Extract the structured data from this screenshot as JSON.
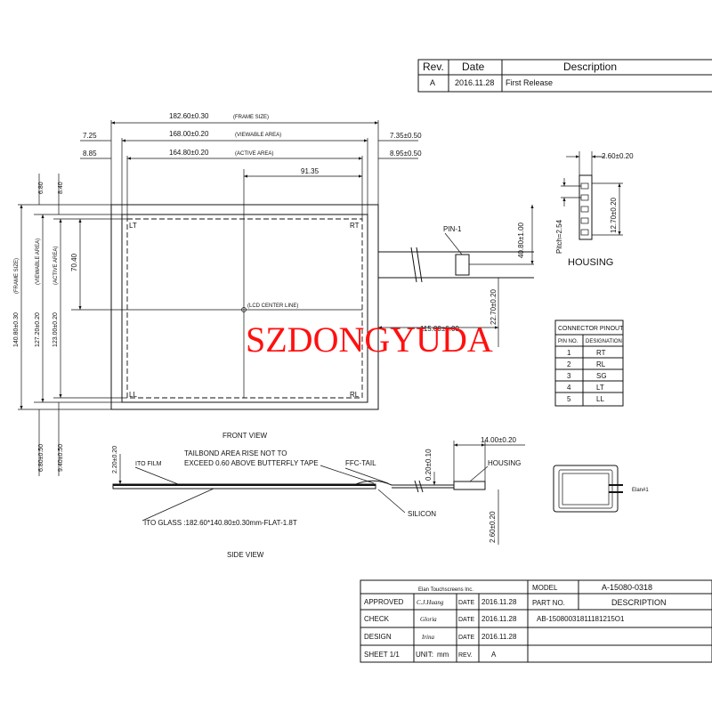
{
  "revision_table": {
    "headers": [
      "Rev.",
      "Date",
      "Description"
    ],
    "row": {
      "rev": "A",
      "date": "2016.11.28",
      "description": "First Release"
    }
  },
  "dimensions": {
    "frame_width": "182.60±0.30",
    "frame_size_note": "(FRAME SIZE)",
    "viewable_width": "168.00±0.20",
    "viewable_note": "(VIEWABLE AREA)",
    "active_width": "164.80±0.20",
    "active_note": "(ACTIVE AREA)",
    "left_offset_1": "7.25",
    "left_offset_2": "8.85",
    "right_offset_1": "7.35±0.50",
    "right_offset_2": "8.95±0.50",
    "center_x": "91.35",
    "frame_height": "140.80±0.30",
    "frame_height_note": "(FRAME SIZE)",
    "viewable_height": "127.20±0.20",
    "viewable_height_note": "(VIEWABLE AREA)",
    "active_height": "123.00±0.20",
    "active_height_note": "(ACTIVE AREA)",
    "top_offset_1": "6.80",
    "top_offset_2": "8.40",
    "bottom_offset_1": "6.80±0.50",
    "bottom_offset_2": "9.40±0.50",
    "center_y": "70.40",
    "tail_position": "40.80±1.00",
    "tail_length": "22.70±0.20",
    "tail_width": "115.00±6.00",
    "pin1_label": "PIN-1"
  },
  "front_view": {
    "corner_lt": "LT",
    "corner_rt": "RT",
    "corner_ll": "LL",
    "corner_rl": "RL",
    "center_line": "(LCD CENTER LINE)",
    "caption": "FRONT VIEW"
  },
  "housing": {
    "width_dim": "2.60±0.20",
    "height_dim": "12.70±0.20",
    "pitch": "Pitch=2.54",
    "title": "HOUSING"
  },
  "connector_pinout": {
    "title": "CONNECTOR PINOUT",
    "headers": [
      "PIN NO.",
      "DESIGNATION"
    ],
    "rows": [
      [
        "1",
        "RT"
      ],
      [
        "2",
        "RL"
      ],
      [
        "3",
        "SG"
      ],
      [
        "4",
        "LT"
      ],
      [
        "5",
        "LL"
      ]
    ]
  },
  "side_view": {
    "ito_film_height": "2.20±0.20",
    "ito_film": "ITO FILM",
    "tailbond_note_1": "TAILBOND AREA RISE NOT TO",
    "tailbond_note_2": "EXCEED 0.60 ABOVE BUTTERFLY TAPE",
    "ffc_tail": "FFC-TAIL",
    "ffc_thickness": "0.20±0.10",
    "housing_length": "14.00±0.20",
    "housing_label": "HOUSING",
    "silicon": "SILICON",
    "housing_height": "2.60±0.20",
    "ito_glass": "ITO GLASS :182.60*140.80±0.30mm-FLAT-1.8T",
    "caption": "SIDE VIEW"
  },
  "watermark": "SZDONGYUDA",
  "title_block": {
    "company": "Elan Touchscreens Inc.",
    "approved_label": "APPROVED",
    "approved_sig": "C.J.Huang",
    "check_label": "CHECK",
    "check_sig": "Gloria",
    "design_label": "DESIGN",
    "design_sig": "Irina",
    "date_label": "DATE",
    "date_value": "2016.11.28",
    "sheet": "SHEET 1/1",
    "unit_label": "UNIT:",
    "unit_value": "mm",
    "rev_label": "REV.",
    "rev_value": "A",
    "model_label": "MODEL",
    "model_value": "A-15080-0318",
    "part_label": "PART NO.",
    "description_label": "DESCRIPTION",
    "part_value": "AB-15080031811181215O1"
  },
  "thumbnail_callout": "Elan#1"
}
